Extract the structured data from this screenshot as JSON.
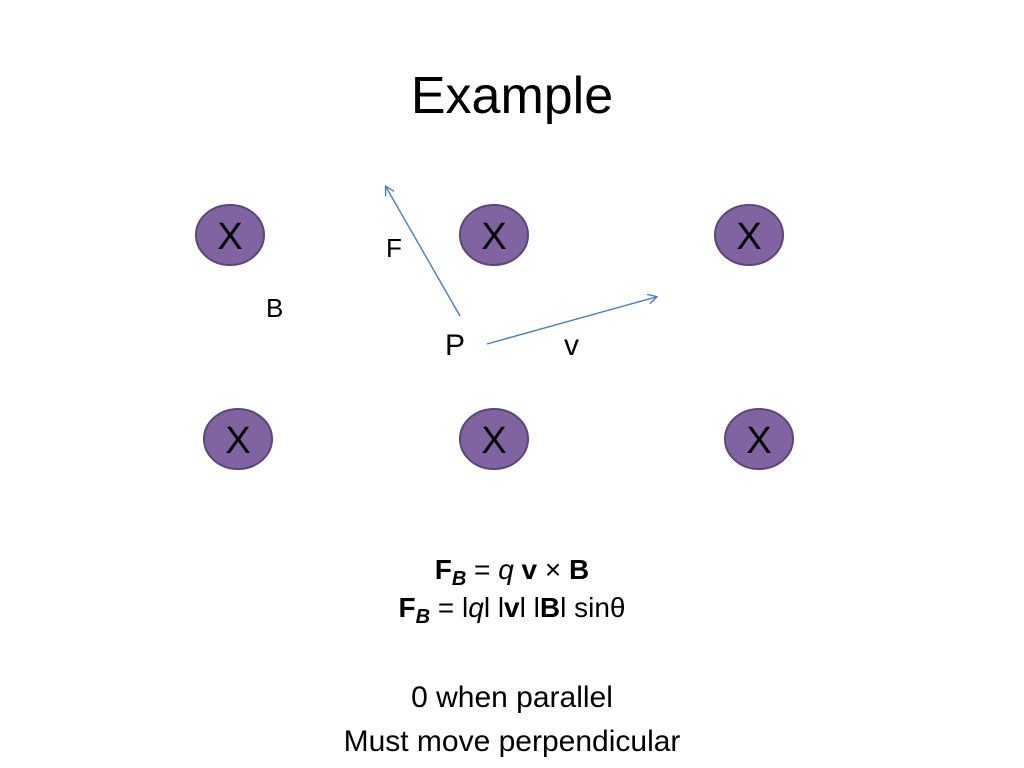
{
  "title": "Example",
  "field_marker_symbol": "X",
  "field_marker_color": "#8064a2",
  "field_marker_border_color": "#5c4776",
  "arrow_color": "#4a7ebb",
  "labels": {
    "force": "F",
    "field": "B",
    "point": "P",
    "velocity": "v"
  },
  "formula1": {
    "F": "F",
    "B_sub": "B",
    "eq": " = ",
    "q": "q",
    "space": " ",
    "v": "v",
    "cross": " × ",
    "B": "B"
  },
  "formula2": {
    "F": "F",
    "B_sub": "B",
    "eq": " = l",
    "q": "q",
    "bar1": "l l",
    "v": "v",
    "bar2": "l l",
    "B": "B",
    "tail": "l sinθ"
  },
  "notes": {
    "line1": "0 when parallel",
    "line2": "Must move perpendicular"
  }
}
